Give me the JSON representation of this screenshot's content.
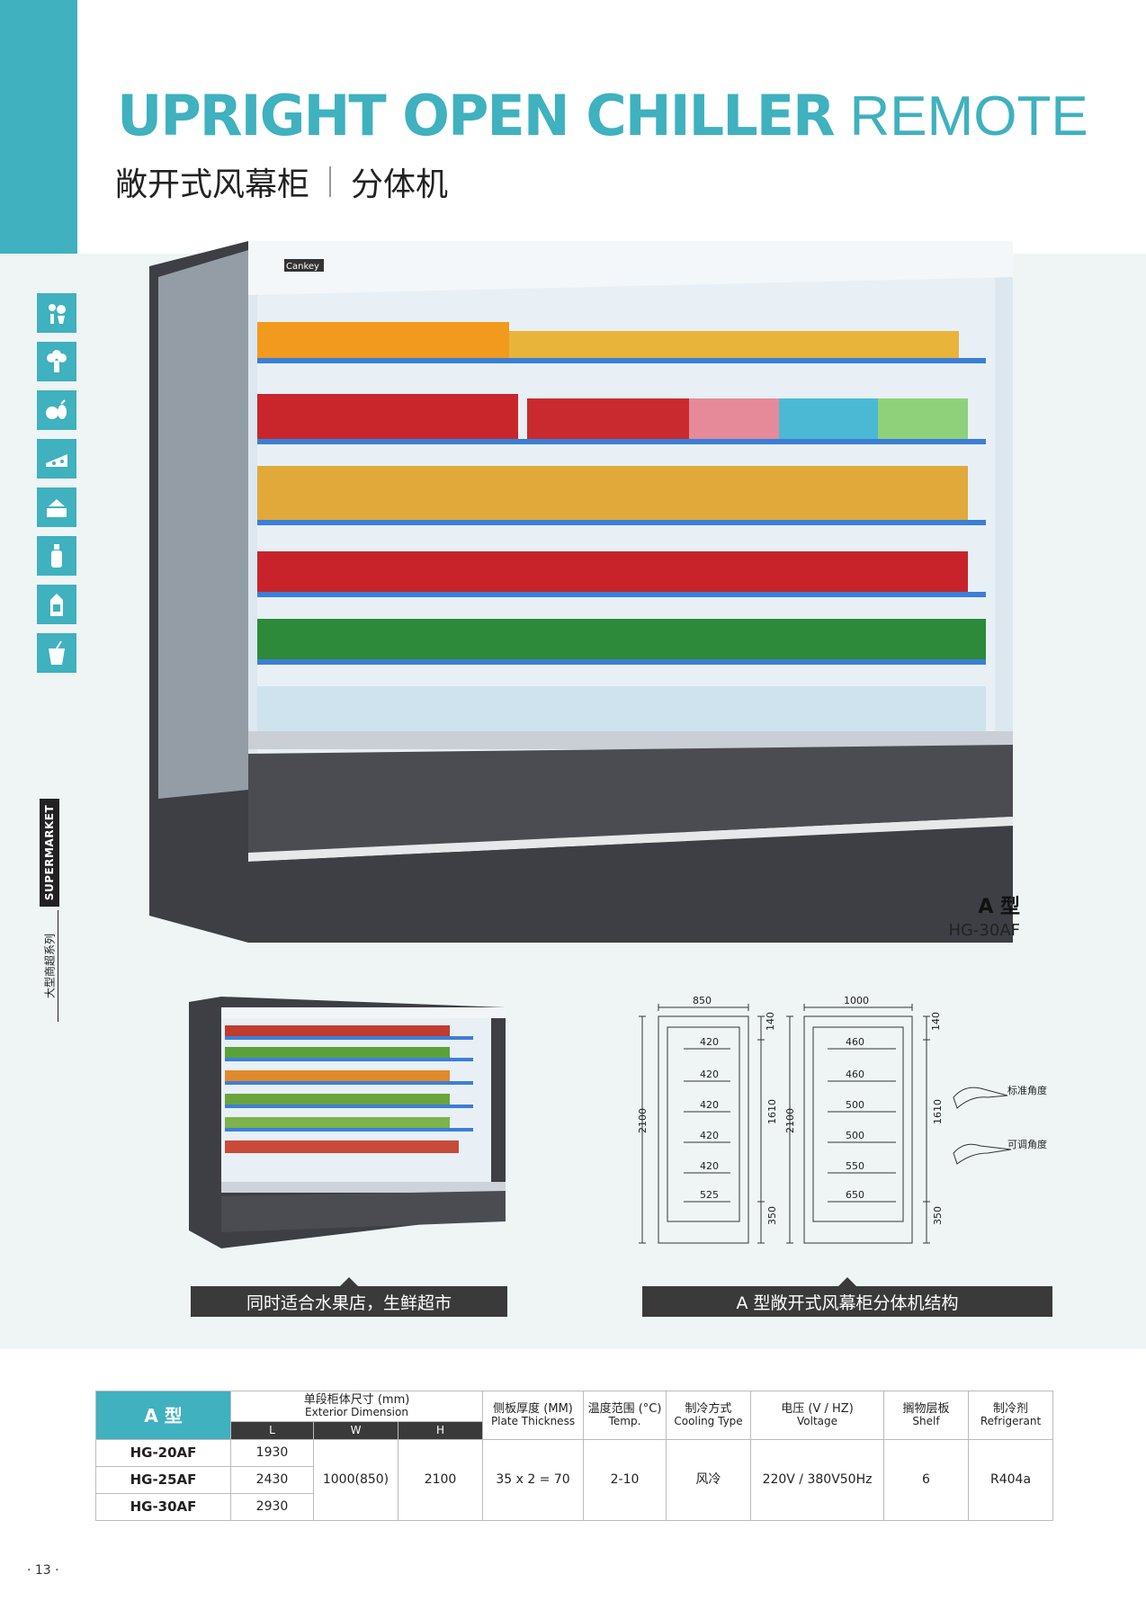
{
  "header": {
    "title_bold": "UPRIGHT OPEN CHILLER",
    "title_light": "REMOTE",
    "subtitle_left": "敞开式风幕柜",
    "subtitle_right": "分体机"
  },
  "colors": {
    "accent": "#3fb1bf",
    "dark": "#3a3a3a",
    "pale_bg": "#eef5f4"
  },
  "category_icons": [
    "vegetable-icon",
    "broccoli-icon",
    "fruit-icon",
    "cheese-icon",
    "cake-icon",
    "bottle-icon",
    "milk-carton-icon",
    "yogurt-icon"
  ],
  "side_labels": {
    "category": "SUPERMARKET",
    "series": "大型商超系列"
  },
  "main_product": {
    "type_label": "A 型",
    "model": "HG-30AF",
    "brand": "Cankey"
  },
  "captions": {
    "small_product": "同时适合水果店，生鲜超市",
    "diagram": "A 型敞开式风幕柜分体机结构"
  },
  "diagram": {
    "left": {
      "width": "850",
      "height": "2100",
      "top": "140",
      "mid": "1610",
      "bottom": "350",
      "shelves": [
        "420",
        "420",
        "420",
        "420",
        "420",
        "525"
      ]
    },
    "right": {
      "width": "1000",
      "height": "2100",
      "top": "140",
      "mid": "1610",
      "bottom": "350",
      "shelves": [
        "460",
        "460",
        "500",
        "500",
        "550",
        "650"
      ]
    },
    "angle_standard": "标准角度",
    "angle_adjustable": "可调角度"
  },
  "spec_table": {
    "type_label": "A 型",
    "dim_cn": "单段柜体尺寸 (mm)",
    "dim_en": "Exterior Dimension",
    "dim_cols": [
      "L",
      "W",
      "H"
    ],
    "thickness_cn": "侧板厚度 (MM)",
    "thickness_en": "Plate Thickness",
    "temp_cn": "温度范围 (°C)",
    "temp_en": "Temp.",
    "cooling_cn": "制冷方式",
    "cooling_en": "Cooling Type",
    "voltage_cn": "电压 (V / HZ)",
    "voltage_en": "Voltage",
    "shelf_cn": "搁物层板",
    "shelf_en": "Shelf",
    "refrigerant_cn": "制冷剂",
    "refrigerant_en": "Refrigerant",
    "rows": [
      {
        "model": "HG-20AF",
        "L": "1930"
      },
      {
        "model": "HG-25AF",
        "L": "2430"
      },
      {
        "model": "HG-30AF",
        "L": "2930"
      }
    ],
    "W": "1000(850)",
    "H": "2100",
    "thickness": "35 x 2 = 70",
    "temp": "2-10",
    "cooling": "风冷",
    "voltage": "220V / 380V50Hz",
    "shelf": "6",
    "refrigerant": "R404a"
  },
  "page_number": "· 13 ·"
}
